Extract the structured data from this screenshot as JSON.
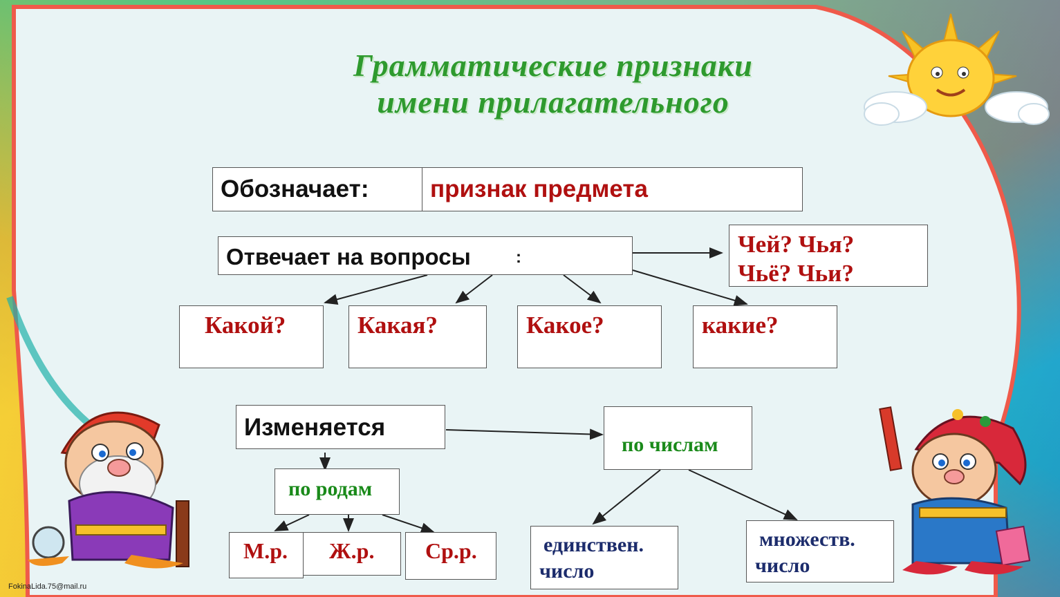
{
  "title": {
    "line1": "Грамматические признаки",
    "line2": "имени прилагательного"
  },
  "denotes": {
    "label": "Обозначает:",
    "value": "признак предмета"
  },
  "answers": {
    "label": "Отвечает на вопросы",
    "colon": ":",
    "extra_line1": "Чей? Чья?",
    "extra_line2": "Чьё? Чьи?",
    "questions": [
      "Какой?",
      "Какая?",
      "Какое?",
      "какие?"
    ]
  },
  "changes": {
    "label": "Изменяется",
    "by_numbers": "по числам",
    "by_gender": "по родам",
    "genders": [
      "М.р.",
      "Ж.р.",
      "Ср.р."
    ],
    "singular_line1": "единствен.",
    "singular_line2": "число",
    "plural_line1": "множеств.",
    "plural_line2": "число"
  },
  "footer": "FokinaLida.75@mail.ru",
  "colors": {
    "title": "#2e9a2e",
    "red_text": "#b01010",
    "green_text": "#1a8a1a",
    "blue_text": "#1c2c6c",
    "panel": "#dff0f3"
  },
  "icons": [
    "sun-icon",
    "cloud-icon",
    "gnome-left-icon",
    "gnome-right-icon"
  ]
}
